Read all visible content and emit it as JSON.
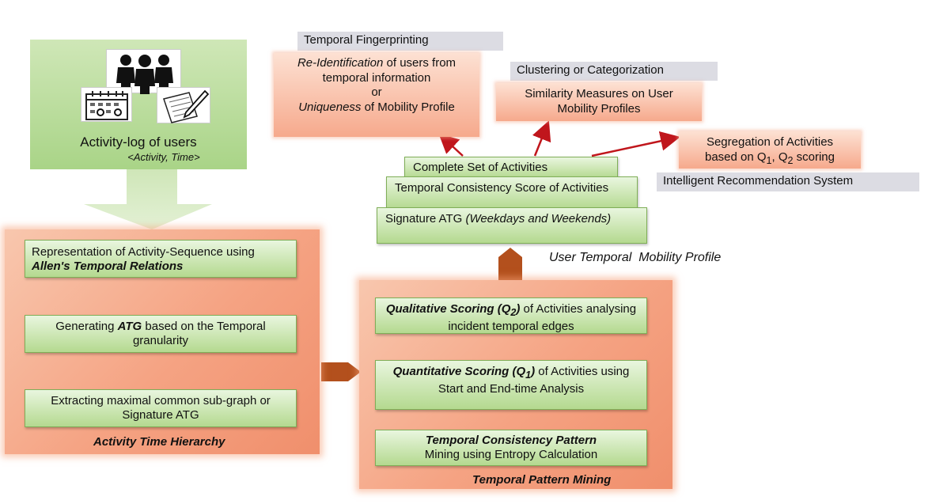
{
  "activity_log": {
    "title": "Activity-log of users",
    "subtitle": "<Activity, Time>"
  },
  "activity_time_hierarchy": {
    "caption": "Activity Time Hierarchy",
    "step1": {
      "pre": "Representation of Activity-Sequence using ",
      "bold": "Allen's Temporal Relations"
    },
    "step2": {
      "pre": "Generating ",
      "bold": "ATG",
      "post": " based on the Temporal granularity"
    },
    "step3": {
      "text": "Extracting maximal common sub-graph or Signature ATG"
    }
  },
  "temporal_pattern_mining": {
    "caption": "Temporal Pattern Mining",
    "q2": {
      "bold": "Qualitative Scoring (Q",
      "sub": "2",
      "bold2": ")",
      "post": " of Activities analysing incident temporal edges"
    },
    "q1": {
      "bold": "Quantitative Scoring (Q",
      "sub": "1",
      "bold2": ")",
      "post": " of Activities using Start and End-time Analysis"
    },
    "tcp": {
      "bold": "Temporal Consistency Pattern",
      "post": "Mining using Entropy Calculation"
    }
  },
  "profile": {
    "label": "User Temporal  Mobility Profile",
    "complete_set": "Complete Set of Activities",
    "consistency_score": "Temporal Consistency Score of Activities",
    "signature_pre": "Signature ATG ",
    "signature_italic": "(Weekdays and Weekends)"
  },
  "applications": {
    "fingerprinting_tag": "Temporal Fingerprinting",
    "fingerprinting": {
      "italic1": "Re-Identification",
      "text1": " of users from temporal information",
      "or": "or",
      "italic2": "Uniqueness",
      "text2": " of Mobility Profile"
    },
    "clustering_tag": "Clustering or Categorization",
    "similarity": "Similarity Measures on User Mobility Profiles",
    "segregation": {
      "line1": "Segregation of Activities",
      "pre": "based on Q",
      "sub1": "1",
      "mid": ", Q",
      "sub2": "2",
      "post": " scoring"
    },
    "recommendation_tag": "Intelligent Recommendation System"
  },
  "icons": [
    "users-group-icon",
    "calendar-icon",
    "document-pen-icon"
  ],
  "colors": {
    "green_fill": "#b4d98f",
    "orange_fill": "#f5a383",
    "dark_arrow": "#8b3a12",
    "red_arrow": "#c0161c",
    "gray_tag": "#dcdce3"
  }
}
